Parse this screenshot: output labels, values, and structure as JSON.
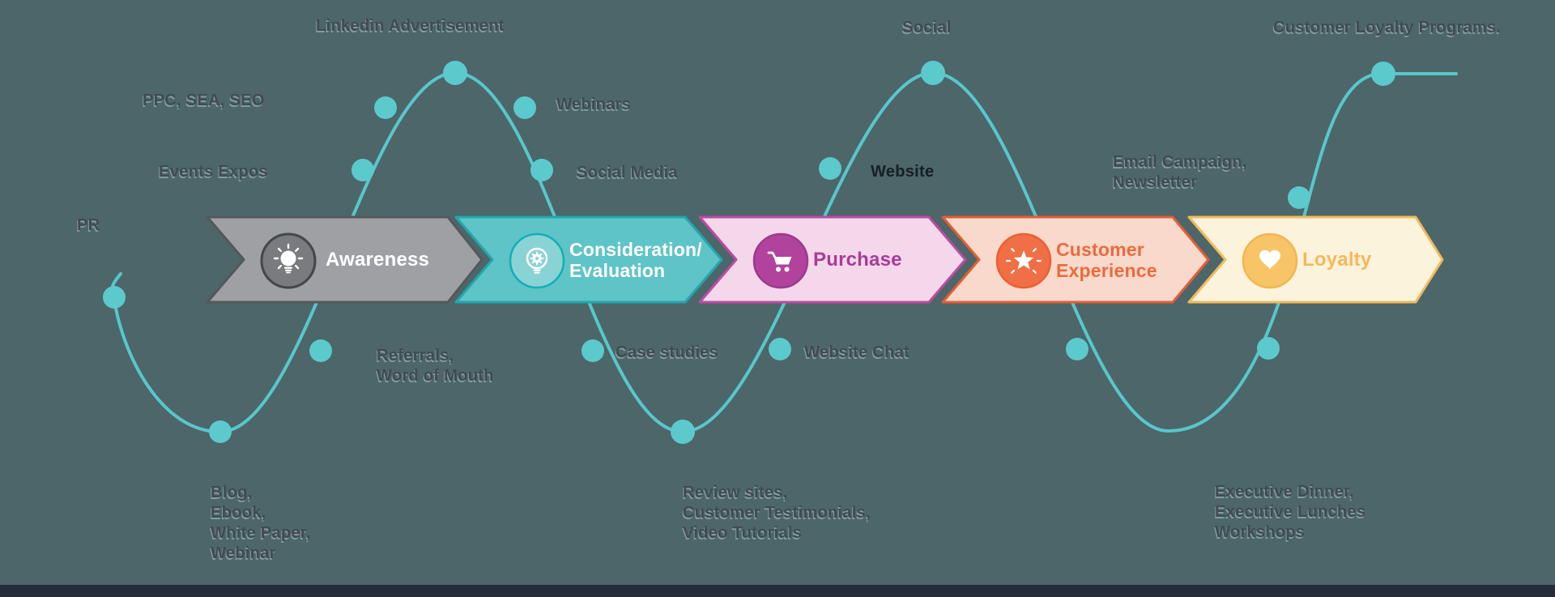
{
  "background_color": "#4C666A",
  "wave_color": "#58C7CA",
  "footer_bar_color": "#232C3B",
  "stages": [
    {
      "label": "Awareness",
      "icon": "lightbulb-icon",
      "fill": "#9EA0A3",
      "border": "#54585B",
      "text_color": "#FFFFFF",
      "badge_fill": "#797B7E",
      "badge_border": "#42474A"
    },
    {
      "label": "Consideration/\nEvaluation",
      "icon": "bulb-gear-icon",
      "fill": "#5FC4C7",
      "border": "#22A7AD",
      "text_color": "#FFFFFF",
      "badge_fill": "#8AD3D5",
      "badge_border": "#12AEB6"
    },
    {
      "label": "Purchase",
      "icon": "shopping-cart-icon",
      "fill": "#F4D7EA",
      "border": "#BC4BA0",
      "text_color": "#A93C95",
      "badge_fill": "#B1439C",
      "badge_border": "#9C3A8D"
    },
    {
      "label": "Customer\nExperience",
      "icon": "star-icon",
      "fill": "#F9D9CB",
      "border": "#E55D35",
      "text_color": "#EC6A3E",
      "badge_fill": "#F06F46",
      "badge_border": "#EB5F33"
    },
    {
      "label": "Loyalty",
      "icon": "heart-icon",
      "fill": "#FCF3DC",
      "border": "#F2BA5C",
      "text_color": "#F5B85A",
      "badge_fill": "#F7C568",
      "badge_border": "#F3B64E"
    }
  ],
  "touchpoints": {
    "linkedin": "Linkedin Advertisement",
    "ppc": "PPC, SEA, SEO",
    "events": "Events Expos",
    "pr": "PR",
    "webinars": "Webinars",
    "social_media": "Social Media",
    "social": "Social",
    "website": "Website",
    "email": "Email Campaign,\nNewsletter",
    "loyalty_programs": "Customer Loyalty Programs.",
    "referrals": "Referrals,\nWord of Mouth",
    "case_studies": "Case studies",
    "website_chat": "Website Chat",
    "awareness_content": "Blog,\nEbook,\nWhite Paper,\nWebinar",
    "purchase_content": "Review sites,\nCustomer Testimonials,\nVideo Tutorials",
    "loyalty_content": "Executive Dinner,\nExecutive Lunches\nWorkshops"
  }
}
